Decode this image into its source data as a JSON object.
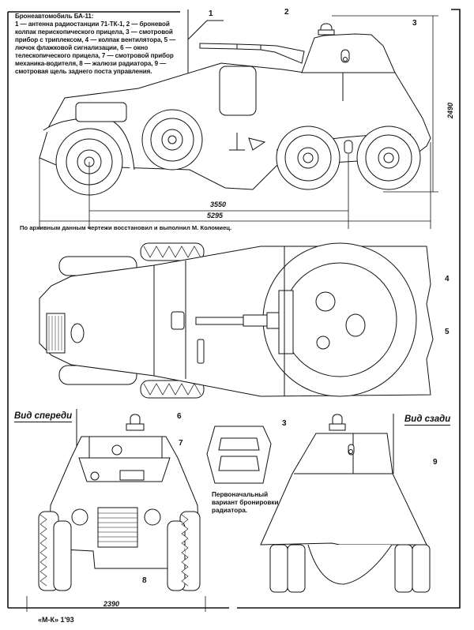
{
  "caption": {
    "title": "Бронеавтомобиль БА-11:",
    "body": "1 — антенна радиостанции 71-ТК-1, 2 — броневой колпак перископического прицела, 3 — смотровой прибор с триплексом, 4 — колпак вентилятора, 5 — лючок флажковой сигнализации, 6 — окно телескопического прицела, 7 — смотровой прибор механика-водителя, 8 — жалюзи радиатора, 9 — смотровая щель заднего поста управления."
  },
  "callouts": {
    "c1": "1",
    "c2": "2",
    "c3_side": "3",
    "c4": "4",
    "c5": "5",
    "c6": "6",
    "c7": "7",
    "c8": "8",
    "c3_rear": "3",
    "c9": "9"
  },
  "dimensions": {
    "height": "2490",
    "wheelbase": "3550",
    "length": "5295",
    "width": "2390"
  },
  "credit": "По архивным данным чертежи восстановил и выполнил М. Коломиец.",
  "views": {
    "front": "Вид спереди",
    "rear": "Вид сзади"
  },
  "note": "Первоначальный вариант бронировки радиатора.",
  "footer": "«М-К» 1'93"
}
